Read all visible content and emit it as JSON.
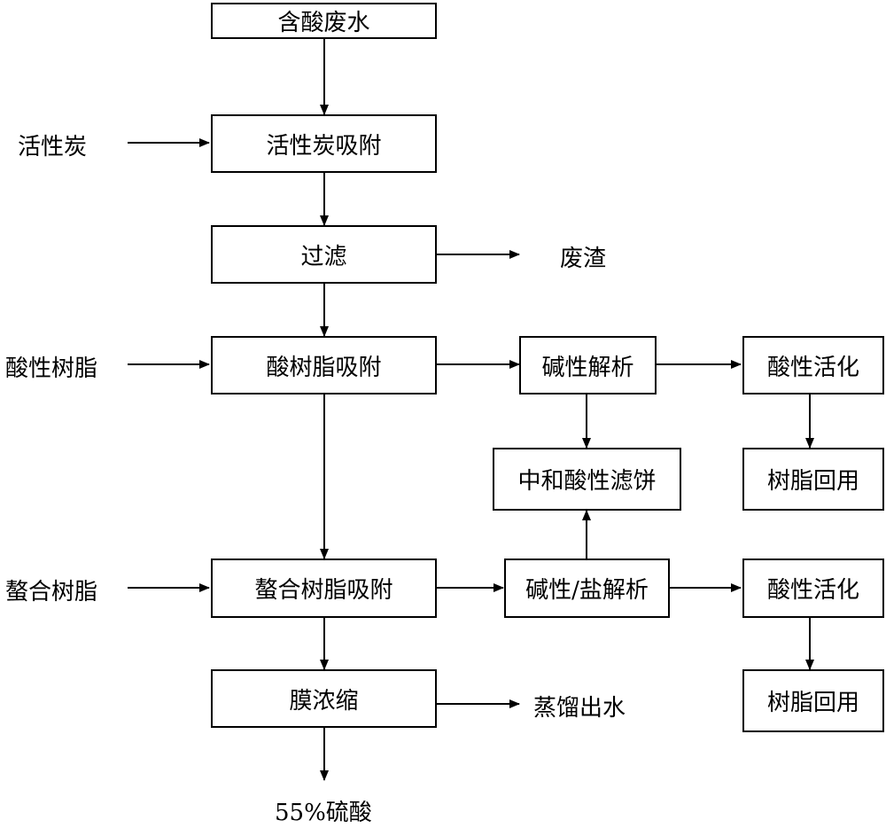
{
  "boxes": {
    "acid_wastewater": "含酸废水",
    "carbon_adsorption": "活性炭吸附",
    "filtration": "过滤",
    "acid_resin_adsorption": "酸树脂吸附",
    "chelating_resin_adsorption": "螯合树脂吸附",
    "membrane_concentration": "膜浓缩",
    "alkaline_desorption": "碱性解析",
    "neutralized_filter_cake": "中和酸性滤饼",
    "acid_activation_1": "酸性活化",
    "resin_reuse_1": "树脂回用",
    "alkaline_salt_desorption": "碱性/盐解析",
    "acid_activation_2": "酸性活化",
    "resin_reuse_2": "树脂回用"
  },
  "labels": {
    "activated_carbon": "活性炭",
    "waste_residue": "废渣",
    "acidic_resin": "酸性树脂",
    "chelating_resin": "螯合树脂",
    "distilled_water": "蒸馏出水",
    "sulfuric_acid": "55%硫酸"
  }
}
